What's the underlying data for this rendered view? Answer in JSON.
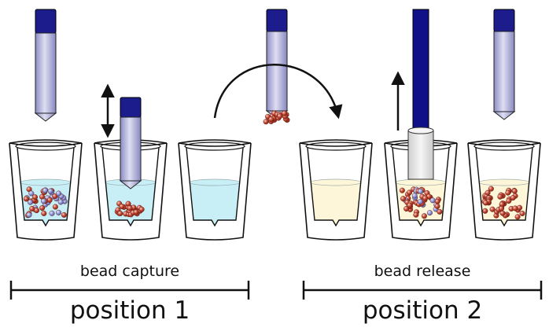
{
  "colors": {
    "rod_light": "#a8a8d8",
    "rod_cap": "#1c1c8c",
    "rod_dark": "#101088",
    "sleeve": "#e2e2e2",
    "liquid_blue": "#c8eef6",
    "liquid_cream": "#fdf6d8",
    "bead": "#c64a36",
    "bead_blue": "#8f95d3"
  },
  "icons": {
    "vertical_arrow": "double-headed-arrow",
    "transfer_arrow": "curved-arrow",
    "lift_arrow": "up-arrow"
  },
  "groups": [
    {
      "subtitle": "bead capture",
      "title": "position 1"
    },
    {
      "subtitle": "bead release",
      "title": "position 2"
    }
  ]
}
